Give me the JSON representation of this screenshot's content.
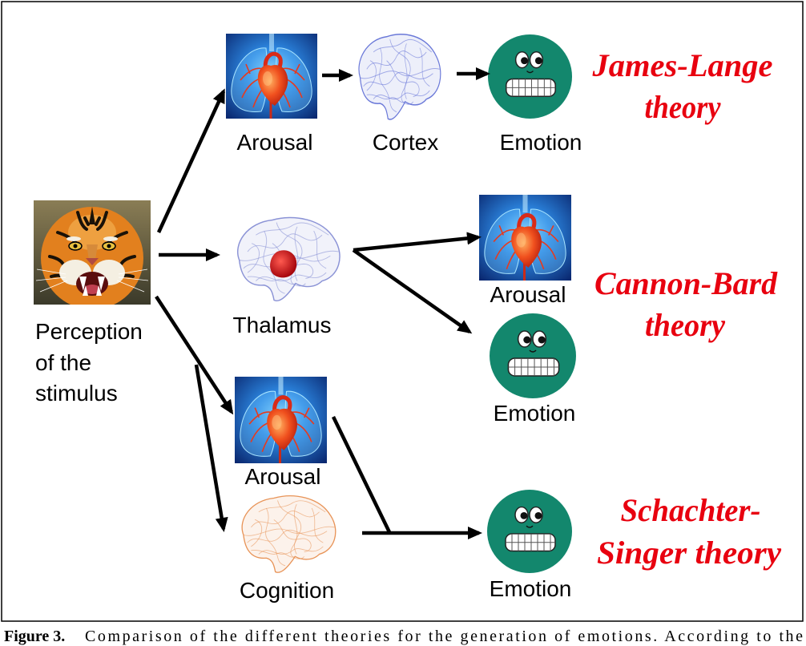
{
  "figure": {
    "stimulus": {
      "label_lines": [
        "Perception",
        "of the",
        "stimulus"
      ]
    },
    "james_lange": {
      "arousal_label": "Arousal",
      "cortex_label": "Cortex",
      "emotion_label": "Emotion",
      "theory_lines": [
        "James-Lange",
        "theory"
      ]
    },
    "cannon_bard": {
      "thalamus_label": "Thalamus",
      "arousal_label": "Arousal",
      "emotion_label": "Emotion",
      "theory_lines": [
        "Cannon-Bard",
        "theory"
      ]
    },
    "schachter_singer": {
      "arousal_label": "Arousal",
      "cognition_label": "Cognition",
      "emotion_label": "Emotion",
      "theory_lines": [
        "Schachter-",
        "Singer theory"
      ]
    },
    "icons": {
      "stimulus": "tiger-face-image",
      "arousal": "heart-lungs-icon",
      "cortex": "brain-wireframe-icon",
      "thalamus": "brain-thalamus-icon",
      "cognition": "brain-cognition-icon",
      "emotion": "grimacing-face-icon"
    },
    "colors": {
      "theory_text": "#e8000f",
      "emotion_face": "#13876d",
      "arrow": "#000000",
      "cortex_brain": "#6a78d8",
      "thalamus_brain": "#8b93d6",
      "cognition_brain": "#e89458",
      "thalamus_highlight": "#d4141c"
    }
  },
  "caption": {
    "label": "Figure 3.",
    "text": "Comparison of the different theories for the generation of emotions. According to the"
  }
}
